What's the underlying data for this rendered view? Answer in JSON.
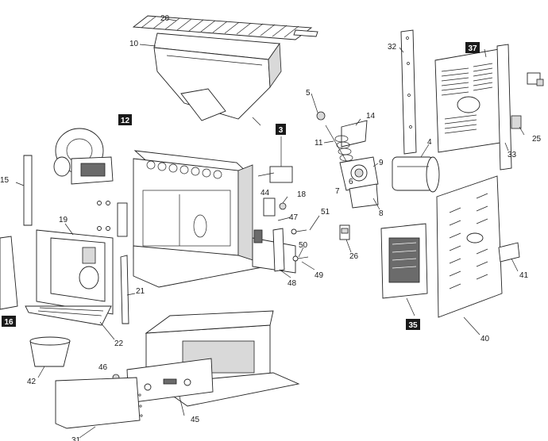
{
  "diagram": {
    "labels": {
      "p20": "20",
      "p10": "10",
      "p12": "12",
      "p3": "3",
      "p5": "5",
      "p14": "14",
      "p11": "11",
      "p9": "9",
      "p6": "6",
      "p7": "7",
      "p8": "8",
      "p4": "4",
      "p32": "32",
      "p37": "37",
      "p33": "33",
      "p25": "25",
      "p15": "15",
      "p19": "19",
      "p44": "44",
      "p18": "18",
      "p47": "47",
      "p51": "51",
      "p50": "50",
      "p49": "49",
      "p48": "48",
      "p26": "26",
      "p35": "35",
      "p40": "40",
      "p41": "41",
      "p16": "16",
      "p21": "21",
      "p22": "22",
      "p42": "42",
      "p46": "46",
      "p45": "45",
      "p31": "31"
    }
  }
}
